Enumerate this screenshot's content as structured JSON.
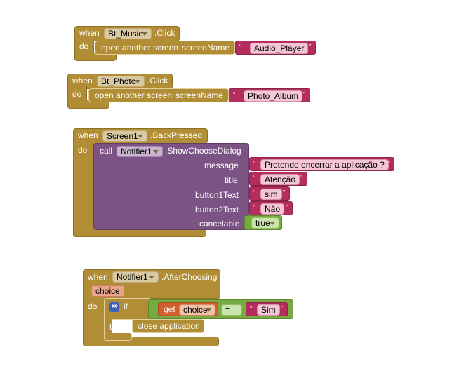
{
  "block_music": {
    "when": "when",
    "component": "Bt_Music",
    "event": ".Click",
    "do": "do",
    "proc": "open another screen",
    "param": "screenName",
    "value": "Audio_Player"
  },
  "block_photo": {
    "when": "when",
    "component": "Bt_Photo",
    "event": ".Click",
    "do": "do",
    "proc": "open another screen",
    "param": "screenName",
    "value": "Photo_Album"
  },
  "block_back": {
    "when": "when",
    "component": "Screen1",
    "event": ".BackPressed",
    "do": "do",
    "call": "call",
    "notifier": "Notifier1",
    "method": ".ShowChooseDialog",
    "args": [
      {
        "label": "message",
        "value": "Pretende encerrar a aplicação ?"
      },
      {
        "label": "title",
        "value": "Atenção"
      },
      {
        "label": "button1Text",
        "value": "sim"
      },
      {
        "label": "button2Text",
        "value": "Não"
      }
    ],
    "cancelable_label": "cancelable",
    "cancelable_value": "true"
  },
  "block_after": {
    "when": "when",
    "component": "Notifier1",
    "event": ".AfterChoosing",
    "param": "choice",
    "do": "do",
    "if_label": "if",
    "get_label": "get",
    "get_var": "choice",
    "op": "=",
    "compare": "Sim",
    "then_label": "then",
    "then_proc": "close application"
  },
  "quote": "“",
  "quote_close": "”",
  "gear_glyph": "✲",
  "colors": {
    "event_block": "#b18e35",
    "text_block": "#b32d5e",
    "component_method": "#7c5385",
    "logic": "#77ab41",
    "variable": "#d05f2d"
  }
}
